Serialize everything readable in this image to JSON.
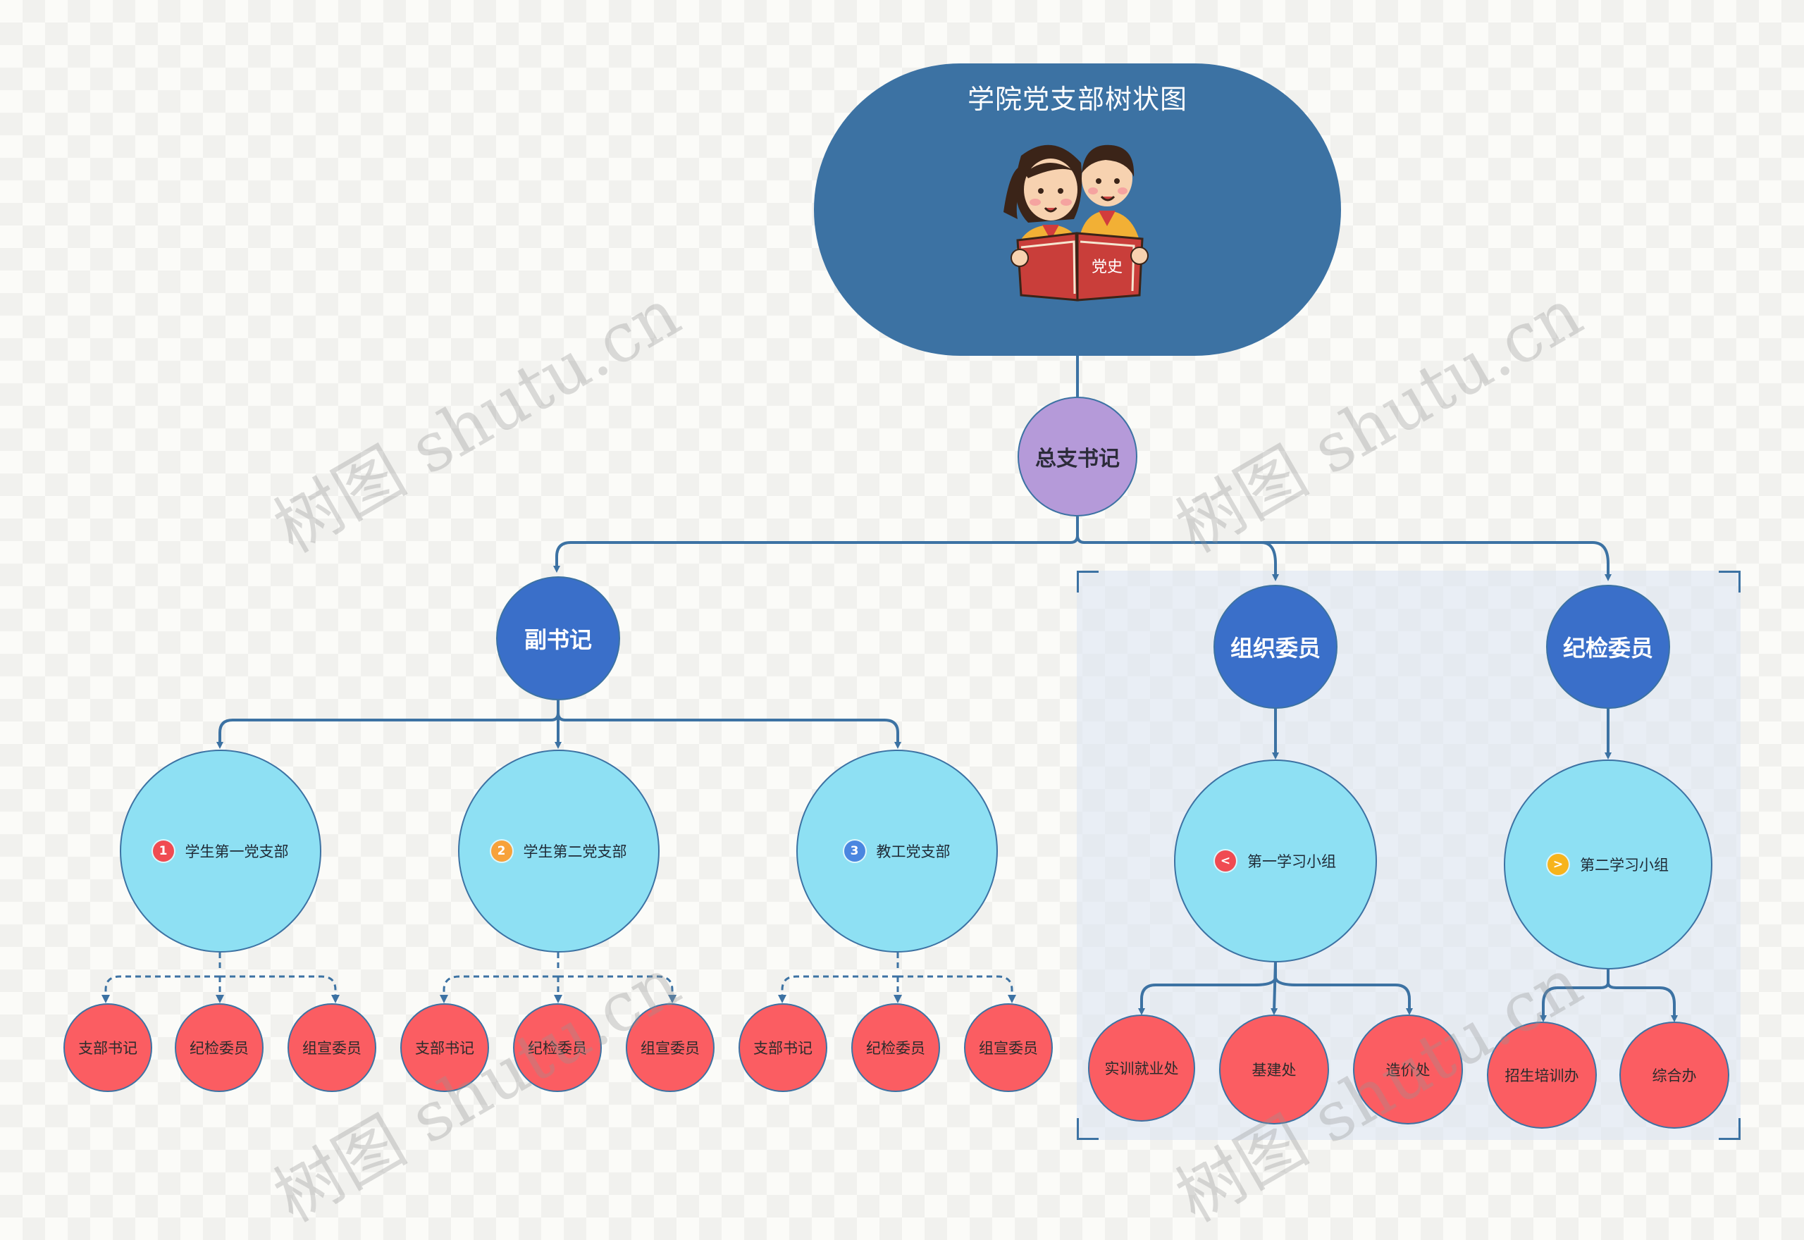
{
  "root": {
    "title": "学院党支部树状图",
    "illustration": "two-children-reading-book",
    "book_text": "党史"
  },
  "secretary": {
    "label": "总支书记"
  },
  "deputy": {
    "label": "副书记",
    "branches": [
      {
        "label": "学生第一党支部",
        "badge": "1",
        "badge_color": "#f04b52",
        "leaves": [
          "支部书记",
          "纪检委员",
          "组宣委员"
        ]
      },
      {
        "label": "学生第二党支部",
        "badge": "2",
        "badge_color": "#f7a23a",
        "leaves": [
          "支部书记",
          "纪检委员",
          "组宣委员"
        ]
      },
      {
        "label": "教工党支部",
        "badge": "3",
        "badge_color": "#4a86e0",
        "leaves": [
          "支部书记",
          "纪检委员",
          "组宣委员"
        ]
      }
    ]
  },
  "organization": {
    "label": "组织委员",
    "group": {
      "label": "第一学习小组",
      "badge": "<",
      "badge_color": "#f04b52"
    },
    "leaves": [
      "实训就业处",
      "基建处",
      "造价处"
    ]
  },
  "discipline": {
    "label": "纪检委员",
    "group": {
      "label": "第二学习小组",
      "badge": ">",
      "badge_color": "#f7b41c"
    },
    "leaves": [
      "招生培训办",
      "综合办"
    ]
  },
  "watermark": {
    "text": "树图 shutu.cn"
  },
  "colors": {
    "root": "#3c72a3",
    "secretary": "#b59ad9",
    "level2": "#3a6fc9",
    "level3": "#8ee0f3",
    "leaf": "#fb5d62",
    "line": "#3c72a3"
  }
}
